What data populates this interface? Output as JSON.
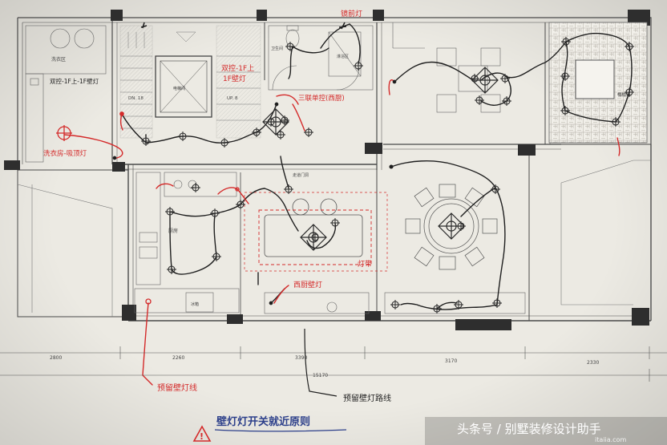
{
  "plan": {
    "rooms": {
      "laundry": "洗衣区",
      "toilet": "卫生间",
      "shower": "淋浴区",
      "elevator": "电梯间",
      "kitchen": "厨房",
      "fridge": "冰箱",
      "corridor": "走道门洞",
      "stair_dn": "DN. 18",
      "stair_up": "UP. 8",
      "tatami": "榻榻米"
    },
    "annotations": {
      "bathroom_light": "镜前灯",
      "stair_switch_a": "双控-1F上",
      "stair_switch_b": "1F壁灯",
      "stair_left": "双控-1F上-1F壁灯",
      "three_way": "三联单控(西厨)",
      "laundry_light": "洗衣房-吸顶灯",
      "light_strip": "灯带",
      "wall_lamp_west": "西厨壁灯",
      "reserved_left": "预留壁灯线",
      "reserved_center": "预留壁灯路线",
      "principle": "壁灯灯开关就近原则"
    },
    "dimensions": [
      "2800",
      "2260",
      "3390",
      "3170",
      "2330"
    ],
    "total_dimension": "15170"
  },
  "watermark": {
    "source": "头条号 / 别墅装修设计助手",
    "site": "itaiia.com"
  },
  "colors": {
    "paper": "#eceae3",
    "ink": "#2a2a2a",
    "red_ink": "#d42a2a",
    "blue_ink": "#2c3f8a",
    "wall": "#3a3a3a"
  }
}
